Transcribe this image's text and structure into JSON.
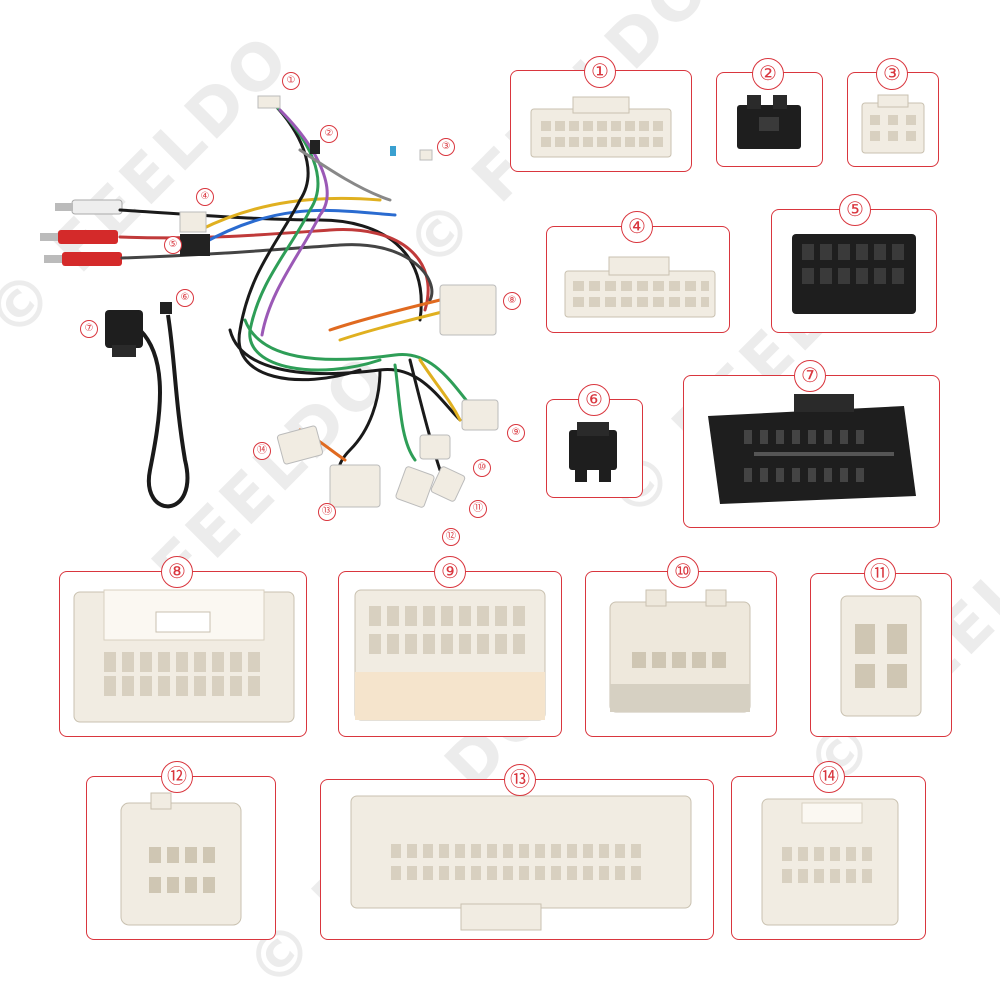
{
  "watermark": {
    "brand": "FEELDO",
    "symbol": "©"
  },
  "connectors": [
    {
      "id": "1",
      "label": "①"
    },
    {
      "id": "2",
      "label": "②"
    },
    {
      "id": "3",
      "label": "③"
    },
    {
      "id": "4",
      "label": "④"
    },
    {
      "id": "5",
      "label": "⑤"
    },
    {
      "id": "6",
      "label": "⑥"
    },
    {
      "id": "7",
      "label": "⑦"
    },
    {
      "id": "8",
      "label": "⑧"
    },
    {
      "id": "9",
      "label": "⑨"
    },
    {
      "id": "10",
      "label": "⑩"
    },
    {
      "id": "11",
      "label": "⑪"
    },
    {
      "id": "12",
      "label": "⑫"
    },
    {
      "id": "13",
      "label": "⑬"
    },
    {
      "id": "14",
      "label": "⑭"
    }
  ],
  "colors": {
    "frame": "#d9363e",
    "connector_white": "#f1ece2",
    "connector_black": "#1e1e1e",
    "rca_red": "#d42a2a",
    "wire_black": "#1a1a1a"
  }
}
